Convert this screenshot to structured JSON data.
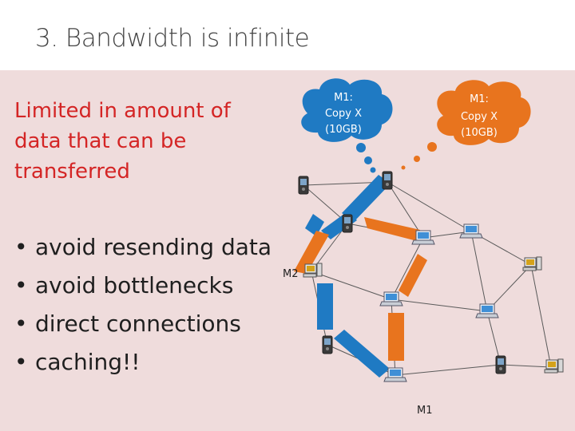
{
  "slide": {
    "title": "3. Bandwidth is infinite",
    "subtitle": "Limited in amount of data that can be transferred",
    "bullets": [
      "avoid resending data",
      "avoid bottlenecks",
      "direct connections",
      "caching!!"
    ]
  },
  "diagram": {
    "cloud_left": {
      "line1": "M1:",
      "line2": "Copy X",
      "line3": "(10GB)",
      "color": "#1f7ac3"
    },
    "cloud_right": {
      "line1": "M1:",
      "line2": "Copy X",
      "line3": "(10GB)",
      "color": "#e8741e"
    },
    "node_labels": {
      "m2": "M2",
      "m1": "M1"
    },
    "colors": {
      "blue_link": "#1f7ac3",
      "orange_link": "#e8741e",
      "subtitle": "#d42525",
      "background": "#efdcdc"
    }
  }
}
